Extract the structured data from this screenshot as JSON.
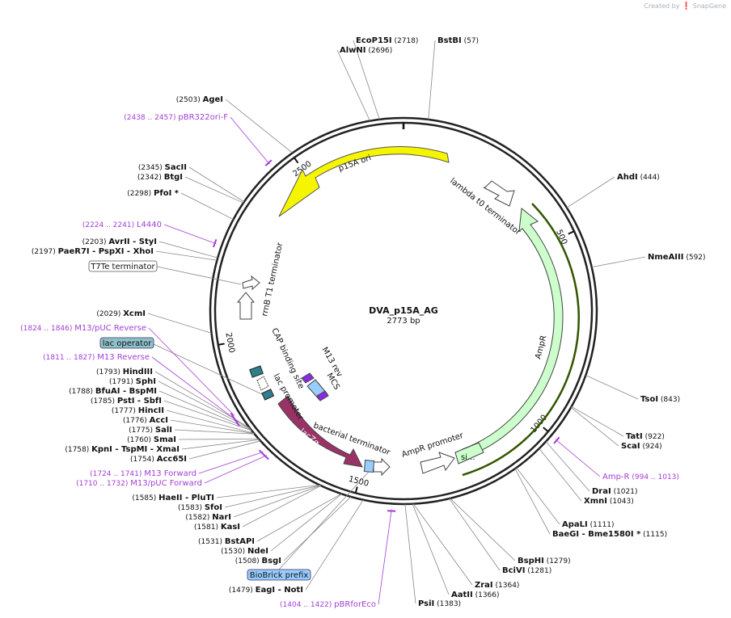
{
  "watermark": {
    "text": "Created by",
    "brand": "SnapGene"
  },
  "plasmid": {
    "name": "DVA_p15A_AG",
    "length_label": "2773 bp",
    "length": 2773
  },
  "ticks": [
    {
      "pos": 500,
      "label": "500"
    },
    {
      "pos": 1000,
      "label": "1000"
    },
    {
      "pos": 1500,
      "label": "1500"
    },
    {
      "pos": 2000,
      "label": "2000"
    },
    {
      "pos": 2500,
      "label": "2500"
    }
  ],
  "sites": [
    {
      "pos": 2718,
      "pos_label": "(2718)",
      "name": "EcoP15I"
    },
    {
      "pos": 2696,
      "pos_label": "(2696)",
      "name": "AlwNI"
    },
    {
      "pos": 57,
      "pos_label": "(57)",
      "name": "BstBI"
    },
    {
      "pos": 2503,
      "pos_label": "(2503)",
      "name": "AgeI"
    },
    {
      "pos": 2345,
      "pos_label": "(2345)",
      "name": "SacII"
    },
    {
      "pos": 2342,
      "pos_label": "(2342)",
      "name": "BtgI"
    },
    {
      "pos": 2298,
      "pos_label": "(2298)",
      "name": "PfoI *"
    },
    {
      "pos": 2203,
      "pos_label": "(2203)",
      "name": "AvrII",
      "name2": "- StyI"
    },
    {
      "pos": 2197,
      "pos_label": "(2197)",
      "name": "PaeR7I",
      "name2": "- PspXI",
      "name3": "- XhoI"
    },
    {
      "pos": 2029,
      "pos_label": "(2029)",
      "name": "XcmI"
    },
    {
      "pos": 1793,
      "pos_label": "(1793)",
      "name": "HindIII"
    },
    {
      "pos": 1791,
      "pos_label": "(1791)",
      "name": "SphI"
    },
    {
      "pos": 1788,
      "pos_label": "(1788)",
      "name": "BfuAI",
      "name2": "- BspMI"
    },
    {
      "pos": 1785,
      "pos_label": "(1785)",
      "name": "PstI",
      "name2": "- SbfI"
    },
    {
      "pos": 1777,
      "pos_label": "(1777)",
      "name": "HincII"
    },
    {
      "pos": 1776,
      "pos_label": "(1776)",
      "name": "AccI"
    },
    {
      "pos": 1775,
      "pos_label": "(1775)",
      "name": "SalI"
    },
    {
      "pos": 1760,
      "pos_label": "(1760)",
      "name": "SmaI"
    },
    {
      "pos": 1758,
      "pos_label": "(1758)",
      "name": "KpnI",
      "name2": "- TspMI",
      "name3": "- XmaI"
    },
    {
      "pos": 1754,
      "pos_label": "(1754)",
      "name": "Acc65I"
    },
    {
      "pos": 1585,
      "pos_label": "(1585)",
      "name": "HaeII",
      "name2": "- PluTI"
    },
    {
      "pos": 1583,
      "pos_label": "(1583)",
      "name": "SfoI"
    },
    {
      "pos": 1582,
      "pos_label": "(1582)",
      "name": "NarI"
    },
    {
      "pos": 1581,
      "pos_label": "(1581)",
      "name": "KasI"
    },
    {
      "pos": 1531,
      "pos_label": "(1531)",
      "name": "BstAPI"
    },
    {
      "pos": 1530,
      "pos_label": "(1530)",
      "name": "NdeI"
    },
    {
      "pos": 1508,
      "pos_label": "(1508)",
      "name": "BsgI"
    },
    {
      "pos": 1479,
      "pos_label": "(1479)",
      "name": "EagI",
      "name2": "- NotI"
    },
    {
      "pos": 444,
      "pos_label": "(444)",
      "name": "AhdI"
    },
    {
      "pos": 592,
      "pos_label": "(592)",
      "name": "NmeAIII"
    },
    {
      "pos": 843,
      "pos_label": "(843)",
      "name": "TsoI"
    },
    {
      "pos": 922,
      "pos_label": "(922)",
      "name": "TatI"
    },
    {
      "pos": 924,
      "pos_label": "(924)",
      "name": "ScaI"
    },
    {
      "pos": 1021,
      "pos_label": "(1021)",
      "name": "DraI"
    },
    {
      "pos": 1043,
      "pos_label": "(1043)",
      "name": "XmnI"
    },
    {
      "pos": 1111,
      "pos_label": "(1111)",
      "name": "ApaLI"
    },
    {
      "pos": 1115,
      "pos_label": "(1115)",
      "name": "BaeGI",
      "name2": "- Bme1580I *"
    },
    {
      "pos": 1279,
      "pos_label": "(1279)",
      "name": "BspHI"
    },
    {
      "pos": 1281,
      "pos_label": "(1281)",
      "name": "BciVI"
    },
    {
      "pos": 1364,
      "pos_label": "(1364)",
      "name": "ZraI"
    },
    {
      "pos": 1366,
      "pos_label": "(1366)",
      "name": "AatII"
    },
    {
      "pos": 1383,
      "pos_label": "(1383)",
      "name": "PsiI"
    }
  ],
  "primers": [
    {
      "range": "(2438 .. 2457)",
      "name": "pBR322ori-F",
      "pos": 2447
    },
    {
      "range": "(2224 .. 2241)",
      "name": "L4440",
      "pos": 2232
    },
    {
      "range": "(1824 .. 1846)",
      "name": "M13/pUC Reverse",
      "pos": 1835
    },
    {
      "range": "(1811 .. 1827)",
      "name": "M13 Reverse",
      "pos": 1819
    },
    {
      "range": "(1724 .. 1741)",
      "name": "M13 Forward",
      "pos": 1732
    },
    {
      "range": "(1710 .. 1732)",
      "name": "M13/pUC Forward",
      "pos": 1721
    },
    {
      "range": "(1404 .. 1422)",
      "name": "pBRforEco",
      "pos": 1413
    },
    {
      "range": "(994 .. 1013)",
      "name": "Amp-R",
      "pos": 1003
    }
  ],
  "boxed_labels": [
    {
      "name": "T7Te terminator",
      "style": "white"
    },
    {
      "name": "lac operator",
      "style": "teal"
    },
    {
      "name": "BioBrick prefix",
      "style": "blue"
    }
  ],
  "features": [
    {
      "name": "p15A ori",
      "color": "#f5f500"
    },
    {
      "name": "lambda t0 terminator",
      "color": "#ffffff"
    },
    {
      "name": "AmpR",
      "color": "#ccffcc"
    },
    {
      "name": "AmpR promoter",
      "color": "#ffffff"
    },
    {
      "name": "si...",
      "color": "#ccffcc"
    },
    {
      "name": "bacterial terminator",
      "color": "#ffffff"
    },
    {
      "name": "lacZα",
      "color": "#993366"
    },
    {
      "name": "lac promoter",
      "color": "#ffffff"
    },
    {
      "name": "CAP binding site",
      "color": "#2e7f8c"
    },
    {
      "name": "MCS",
      "color": "#99ccff"
    },
    {
      "name": "M13 rev",
      "color": "#8a2be2"
    },
    {
      "name": "rrnB T1 terminator",
      "color": "#ffffff"
    }
  ]
}
